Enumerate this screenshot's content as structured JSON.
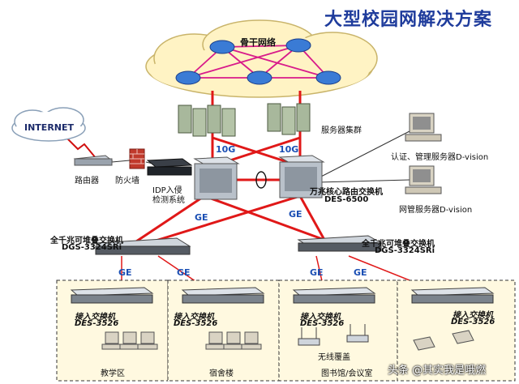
{
  "title": "大型校园网解决方案",
  "backbone": "骨干网络",
  "internet": "INTERNET",
  "router": "路由器",
  "firewall": "防火墙",
  "idp_line1": "IDP入侵",
  "idp_line2": "检测系统",
  "server_cluster": "服务器集群",
  "core_line1": "万兆核心路由交换机",
  "core_line2": "DES-6500",
  "auth_server": "认证、管理服务器D-vision",
  "netmgmt_server": "网管服务器D-vision",
  "dist_left_line1": "全千兆可堆叠交换机",
  "dist_left_line2": "DGS-3324SRi",
  "dist_right_line1": "全千兆可堆叠交换机",
  "dist_right_line2": "DGS-3324SRi",
  "link_10g": "10G",
  "link_ge": "GE",
  "access_label": "接入交换机",
  "access_model": "DES-3526",
  "wireless": "无线覆盖",
  "zones": [
    "教学区",
    "宿舍楼",
    "图书馆/会议室"
  ],
  "watermark": "头条 @其实我是哦燃"
}
